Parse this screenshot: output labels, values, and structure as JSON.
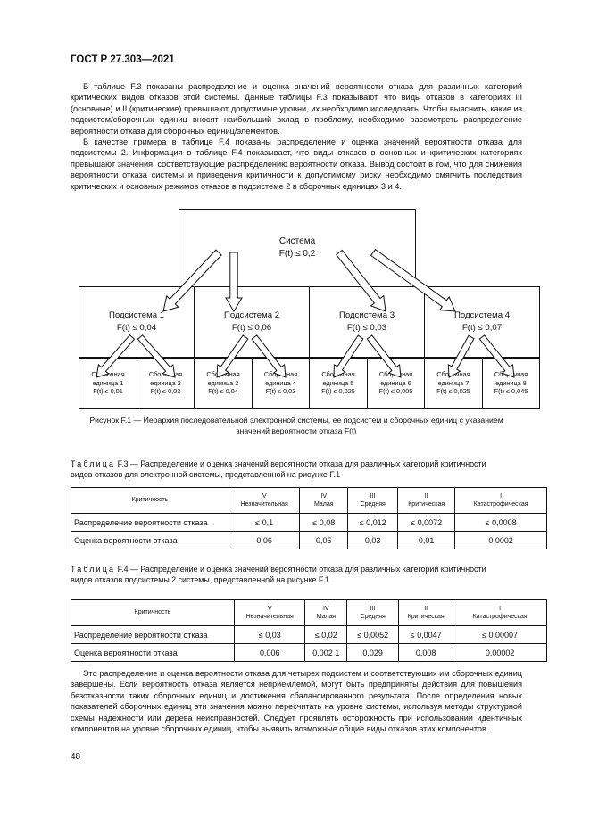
{
  "header": {
    "doc_id": "ГОСТ Р 27.303—2021"
  },
  "intro": {
    "p1": "В таблице F.3 показаны распределение и оценка значений вероятности отказа для различных категорий критических видов отказов этой системы. Данные таблицы F.3 показывают, что виды отказов в категориях III (основные) и II (критические) превышают допустимые уровни, их необходимо исследовать. Чтобы выяснить, какие из подсистем/сборочных единиц вносят наибольший вклад в проблему, необходимо рассмотреть распределение вероятности отказа для сборочных единиц/элементов.",
    "p2": "В качестве примера в таблице F.4 показаны распределение и оценка значений вероятности отказа для подсистемы 2. Информация в таблице F.4 показывает, что виды отказов в основных и критических категориях превышают значения, соответствующие распределению вероятности отказа. Вывод состоит в том, что для снижения вероятности отказа системы и приведения критичности к допустимому риску необходимо смягчить последствия критических и основных режимов отказов в подсистеме 2 в сборочных единицах 3 и 4."
  },
  "figure": {
    "system": {
      "name": "Система",
      "value": "F(t) ≤ 0,2"
    },
    "subsystems": [
      {
        "name": "Подсистема 1",
        "value": "F(t) ≤ 0,04"
      },
      {
        "name": "Подсистема 2",
        "value": "F(t) ≤ 0,06"
      },
      {
        "name": "Подсистема 3",
        "value": "F(t) ≤ 0,03"
      },
      {
        "name": "Подсистема 4",
        "value": "F(t) ≤ 0,07"
      }
    ],
    "units": [
      {
        "l1": "Сборочная",
        "l2": "единица 1",
        "value": "F(t) ≤ 0,01"
      },
      {
        "l1": "Сборочная",
        "l2": "единица 2",
        "value": "F(t) ≤ 0,03"
      },
      {
        "l1": "Сборочная",
        "l2": "единица 3",
        "value": "F(t) ≤ 0,04"
      },
      {
        "l1": "Сборочная",
        "l2": "единица 4",
        "value": "F(t) ≤ 0,02"
      },
      {
        "l1": "Сборочная",
        "l2": "единица 5",
        "value": "F(t) ≤ 0,025"
      },
      {
        "l1": "Сборочная",
        "l2": "единица 6",
        "value": "F(t) ≤ 0,005"
      },
      {
        "l1": "Сборочная",
        "l2": "единица 7",
        "value": "F(t) ≤ 0,025"
      },
      {
        "l1": "Сборочная",
        "l2": "единица 8",
        "value": "F(t) ≤ 0,045"
      }
    ],
    "caption_l1": "Рисунок F.1 — Иерархия последовательной электронной системы, ее подсистем и сборочных единиц с указанием",
    "caption_l2": "значений вероятности отказа F(t)"
  },
  "table3": {
    "label": "Таблица",
    "title_rest": " F.3 — Распределение и оценка значений вероятности отказа для различных категорий критичности",
    "title_l2": "видов отказов для электронной системы, представленной на рисунке F.1",
    "head": {
      "rowlabel": "Критичность",
      "cols": [
        {
          "roman": "V",
          "name": "Незначительная"
        },
        {
          "roman": "IV",
          "name": "Малая"
        },
        {
          "roman": "III",
          "name": "Средняя"
        },
        {
          "roman": "II",
          "name": "Критическая"
        },
        {
          "roman": "I",
          "name": "Катастрофическая"
        }
      ]
    },
    "rows": [
      {
        "label": "Распределение вероятности отказа",
        "cells": [
          "≤ 0,1",
          "≤ 0,08",
          "≤ 0,012",
          "≤ 0,0072",
          "≤ 0,0008"
        ]
      },
      {
        "label": "Оценка вероятности отказа",
        "cells": [
          "0,06",
          "0,05",
          "0,03",
          "0,01",
          "0,0002"
        ]
      }
    ]
  },
  "table4": {
    "label": "Таблица",
    "title_rest": " F.4 — Распределение и оценка значений вероятности отказа для различных категорий критичности",
    "title_l2": "видов отказов подсистемы 2 системы, представленной на рисунке F.1",
    "head": {
      "rowlabel": "Критичность",
      "cols": [
        {
          "roman": "V",
          "name": "Незначительная"
        },
        {
          "roman": "IV",
          "name": "Малая"
        },
        {
          "roman": "III",
          "name": "Средняя"
        },
        {
          "roman": "II",
          "name": "Критическая"
        },
        {
          "roman": "I",
          "name": "Катастрофическая"
        }
      ]
    },
    "rows": [
      {
        "label": "Распределение вероятности отказа",
        "cells": [
          "≤ 0,03",
          "≤ 0,02",
          "≤ 0,0052",
          "≤ 0,0047",
          "≤ 0,00007"
        ]
      },
      {
        "label": "Оценка вероятности отказа",
        "cells": [
          "0,006",
          "0,002 1",
          "0,029",
          "0,008",
          "0,00002"
        ]
      }
    ]
  },
  "conclusion": {
    "p1": "Это распределение и оценка вероятности отказа для четырех подсистем и соответствующих им сборочных единиц завершены. Если вероятность отказа является неприемлемой, могут быть предприняты действия для повышения безотказности таких сборочных единиц и достижения сбалансированного результата. После определения новых показателей сборочных единиц эти значения можно пересчитать на уровне системы, используя методы структурной схемы надежности или дерева неисправностей. Следует проявлять осторожность при использовании идентичных компонентов на уровне сборочных единиц, чтобы выявить возможные общие виды отказов этих компонентов."
  },
  "page_number": "48"
}
